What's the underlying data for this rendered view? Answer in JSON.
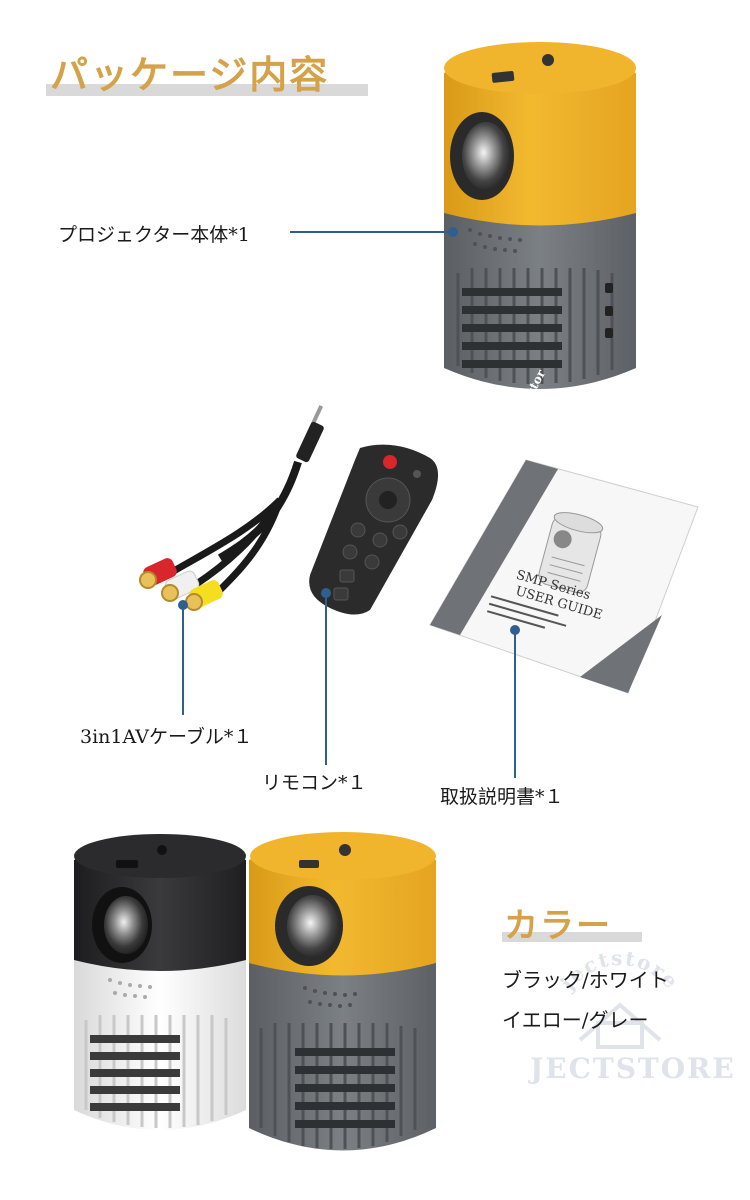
{
  "package": {
    "title": "パッケージ内容",
    "items": {
      "projector": "プロジェクター本体*1",
      "av_cable": "3in1AVケーブル*１",
      "remote": "リモコン*１",
      "manual": "取扱説明書*１"
    }
  },
  "manual_cover": {
    "side_title": "Simplified Micro Projector",
    "series": "SMP Series",
    "guide": "USER GUIDE"
  },
  "color_section": {
    "title": "カラー",
    "options": [
      "ブラック/ホワイト",
      "イエロー/グレー"
    ]
  },
  "watermark": {
    "arc_text": "jectstore",
    "brand": "JECTSTORE"
  },
  "colors": {
    "accent_gold": "#d5a24a",
    "callout_blue": "#2f5f8f",
    "projector_yellow": "#eeb12c",
    "projector_gray": "#6f7377",
    "projector_black": "#2b2b2d"
  }
}
